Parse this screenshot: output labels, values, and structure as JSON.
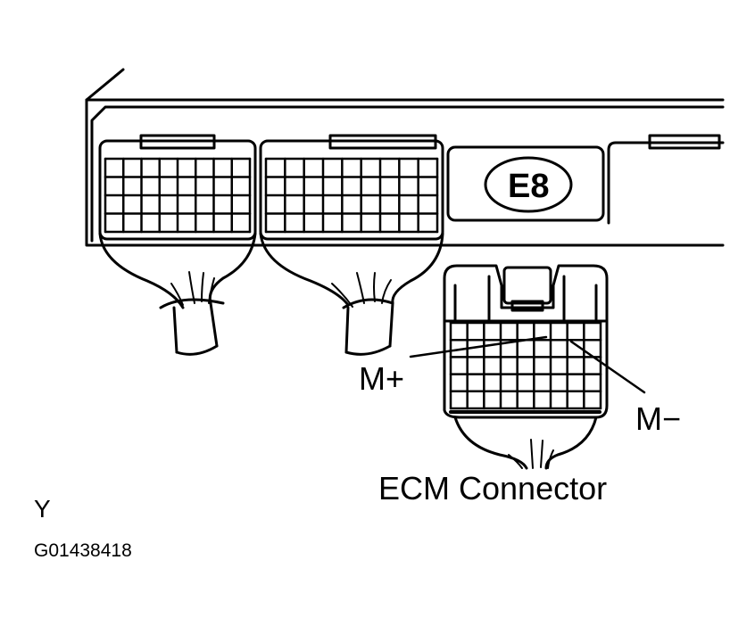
{
  "labels": {
    "terminal_positive": "M+",
    "terminal_negative": "M−",
    "connector_caption": "ECM Connector",
    "connector_id": "E8",
    "view_letter": "Y",
    "figure_code": "G01438418"
  },
  "colors": {
    "ink": "#000000",
    "paper": "#ffffff"
  }
}
